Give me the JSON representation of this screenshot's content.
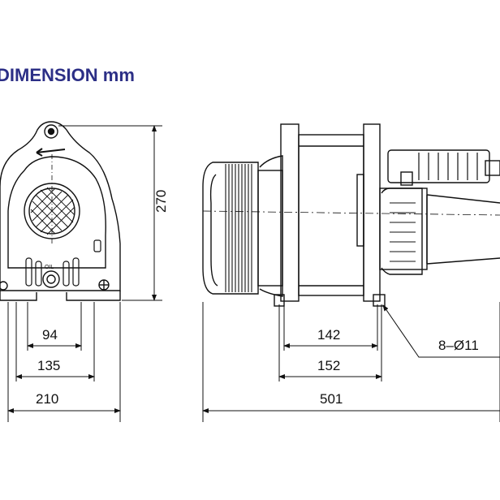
{
  "title": "DIMENSION mm",
  "dimensions": {
    "front_height": "270",
    "front_inner": "94",
    "front_mount": "135",
    "front_width": "210",
    "side_inner": "142",
    "side_mount": "152",
    "side_length": "501",
    "holes": "8–Ø11"
  },
  "plate_text": "OIL",
  "colors": {
    "title": "#2c2f86",
    "line": "#111111"
  }
}
